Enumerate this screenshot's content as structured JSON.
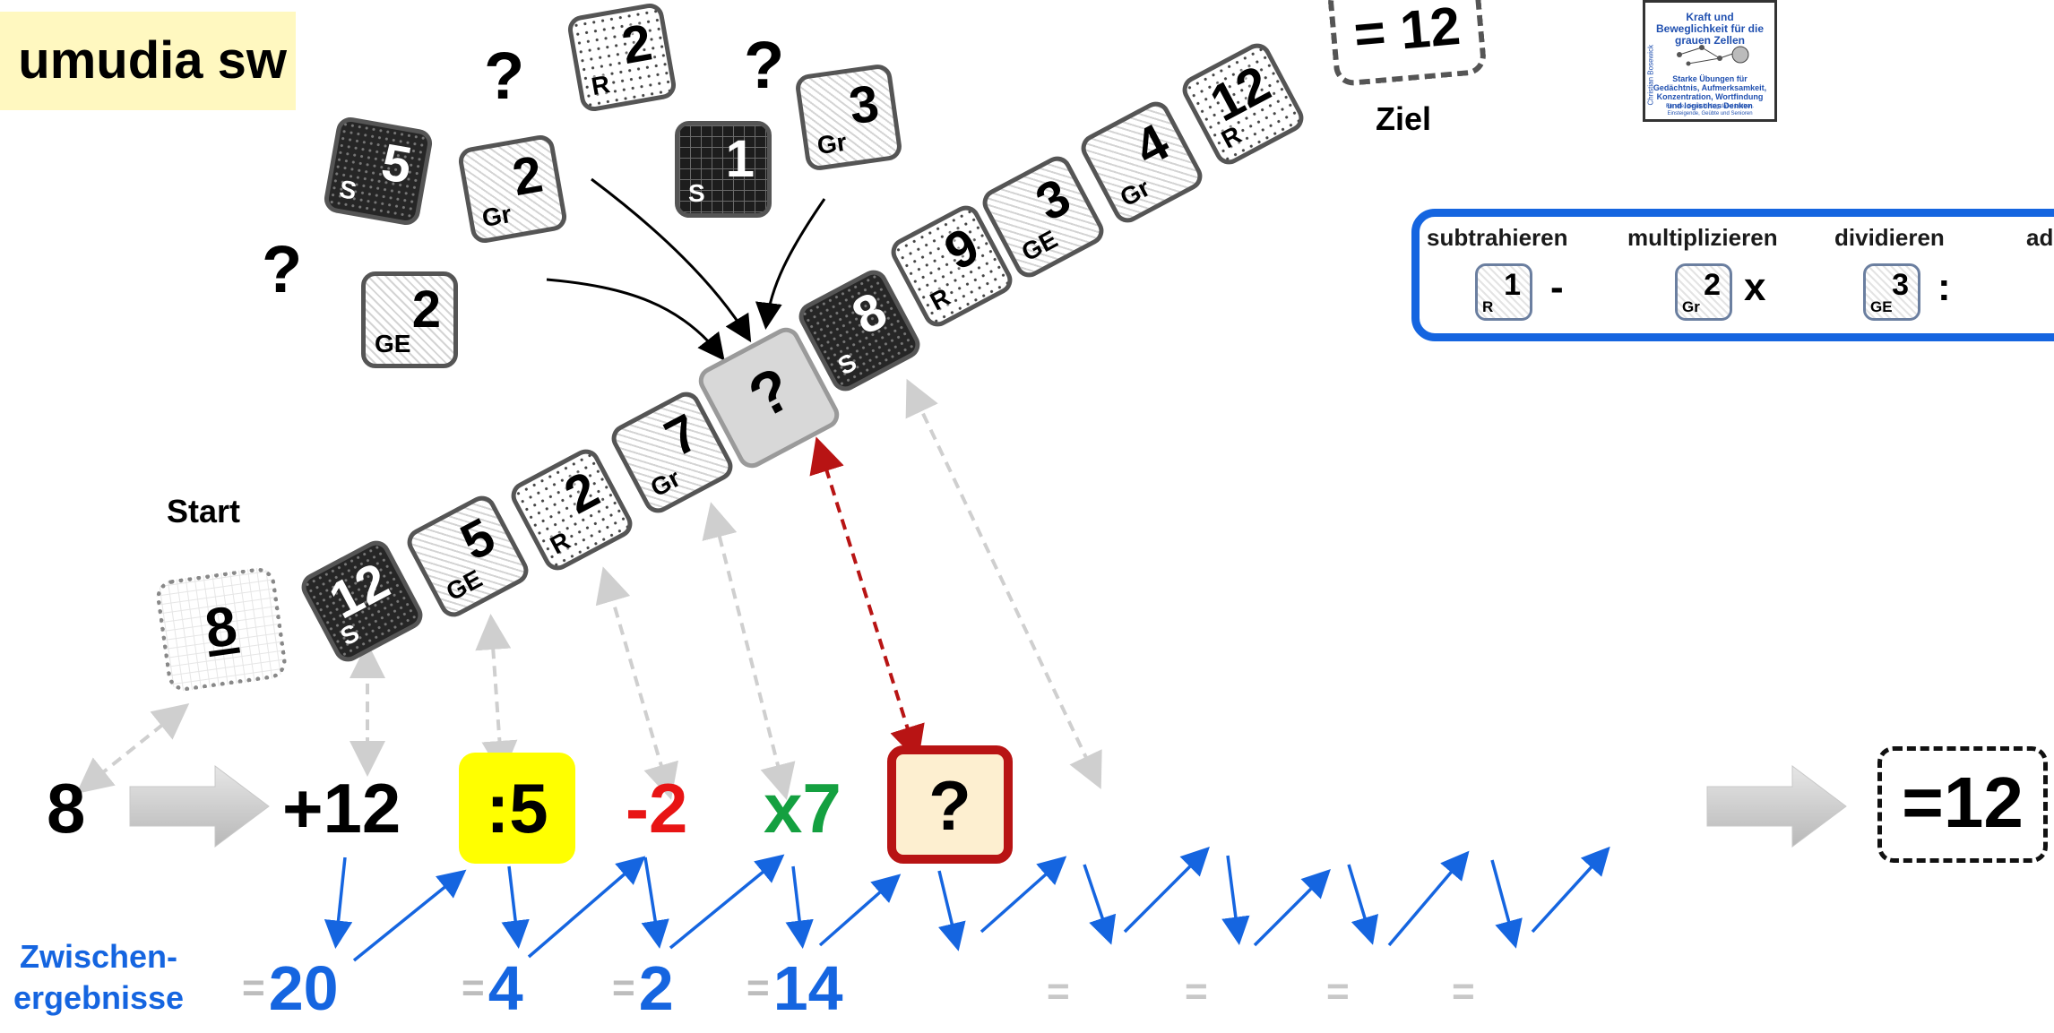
{
  "title": "umudia sw",
  "labels": {
    "start": "Start",
    "goal": "Ziel",
    "question": "?"
  },
  "start_value": "8",
  "goal_die": "= 12",
  "path_dice": [
    {
      "value": "12",
      "code": "S",
      "style": "black"
    },
    {
      "value": "5",
      "code": "GE",
      "style": "hatch"
    },
    {
      "value": "2",
      "code": "R",
      "style": "dotted"
    },
    {
      "value": "7",
      "code": "Gr",
      "style": "hatch"
    },
    {
      "value": "?",
      "code": "",
      "style": "qmark"
    },
    {
      "value": "8",
      "code": "S",
      "style": "black"
    },
    {
      "value": "9",
      "code": "R",
      "style": "dotted"
    },
    {
      "value": "3",
      "code": "GE",
      "style": "hatch"
    },
    {
      "value": "4",
      "code": "Gr",
      "style": "hatch"
    },
    {
      "value": "12",
      "code": "R",
      "style": "dotted"
    }
  ],
  "candidate_dice": [
    {
      "value": "5",
      "code": "S",
      "style": "black"
    },
    {
      "value": "2",
      "code": "Gr",
      "style": "hatch"
    },
    {
      "value": "2",
      "code": "R",
      "style": "dotted"
    },
    {
      "value": "1",
      "code": "S",
      "style": "grid-black"
    },
    {
      "value": "3",
      "code": "Gr",
      "style": "hatch"
    },
    {
      "value": "2",
      "code": "GE",
      "style": "hatch"
    }
  ],
  "operations_legend": [
    {
      "name": "subtrahieren",
      "die_value": "1",
      "die_code": "R",
      "symbol": "-"
    },
    {
      "name": "multiplizieren",
      "die_value": "2",
      "die_code": "Gr",
      "symbol": "x"
    },
    {
      "name": "dividieren",
      "die_value": "3",
      "die_code": "GE",
      "symbol": ":"
    },
    {
      "name": "ad",
      "die_value": "",
      "die_code": "",
      "symbol": ""
    }
  ],
  "book": {
    "title": "Kraft und Beweglichkeit für die grauen Zellen",
    "subtitle": "Starke Übungen für Gedächtnis, Aufmerksamkeit, Konzentration, Wortfindung und logisches Denken",
    "footer": "Für alle, die ab fünfzig dabei bleiben. Einsteigende, Geübte und Senioren",
    "side": "Christian Bosewick"
  },
  "equation": {
    "start": "8",
    "steps": [
      "+12",
      ":5",
      "-2",
      "x7",
      "?"
    ],
    "step_colors": [
      "#000000",
      "#000000",
      "#e81414",
      "#14a040",
      "#000000"
    ],
    "goal": "=12"
  },
  "intermediate_label": [
    "Zwischen-",
    "ergebnisse"
  ],
  "intermediate_results": [
    "20",
    "4",
    "2",
    "14",
    "",
    "",
    "",
    ""
  ],
  "equals_sign": "=",
  "colors": {
    "arrow_blue": "#1565e0",
    "accent_red": "#b81414",
    "highlight_yellow": "#ffff00",
    "title_bg": "#fff8c0"
  }
}
